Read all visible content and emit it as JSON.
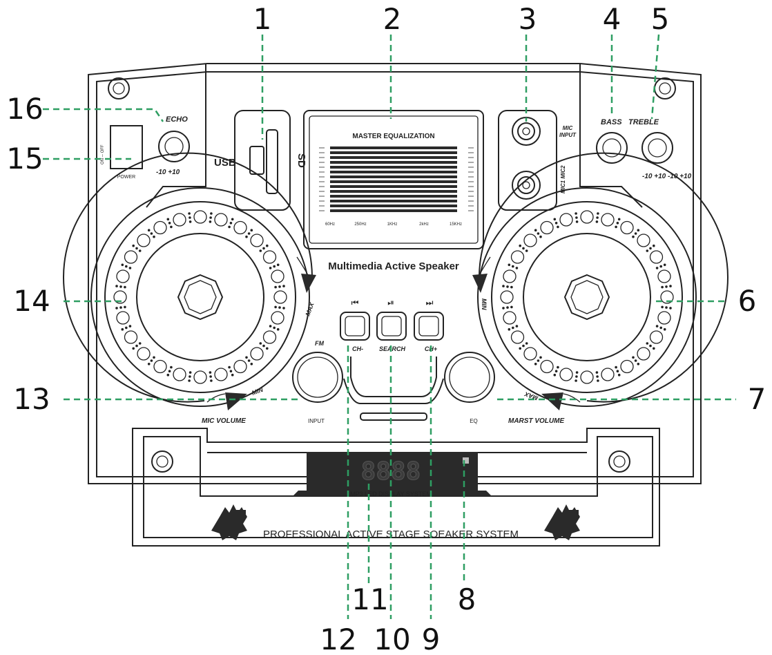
{
  "labels": {
    "usb": "USB",
    "sd": "SD",
    "master_equalization": "MASTER EQUALIZATION",
    "eq_freqs": [
      "60Hz",
      "250Hz",
      "1KHz",
      "2kHz",
      "15KHz"
    ],
    "mic_input": [
      "MIC",
      "INPUT"
    ],
    "mic_side_text": "MIC1  MIC2",
    "bass": "BASS",
    "treble": "TREBLE",
    "bass_treble_range": "-10  +10 -10  +10",
    "echo": "ECHO",
    "echo_range": "-10  +10",
    "power": "POWER",
    "power_switch_marks": "ON ─ OFF",
    "brand_title": "Multimedia Active Speaker",
    "max_left": "MAX",
    "min_right": "MIN",
    "min_left": "MIN",
    "max_right": "MAX",
    "prev_symbol": "⏮",
    "play_symbol": "⏯",
    "next_symbol": "⏭",
    "ch_minus": "CH-",
    "search": "SEARCH",
    "ch_plus": "CH+",
    "fm": "FM",
    "input": "INPUT",
    "eq": "EQ",
    "mic_volume": "MIC VOLUME",
    "master_volume": "MARST VOLUME",
    "display_digits": "8888",
    "display_system": "MP3 LED DISPLAY SYSTEM",
    "footer": "PROFESSIONAL ACTIVE STAGE SOEAKER SYSTEM"
  },
  "callouts": [
    "1",
    "2",
    "3",
    "4",
    "5",
    "6",
    "7",
    "8",
    "9",
    "10",
    "11",
    "12",
    "13",
    "14",
    "15",
    "16"
  ],
  "colors": {
    "leader": "#2e9e62",
    "ink": "#222222",
    "display": "#2a2a2a"
  }
}
